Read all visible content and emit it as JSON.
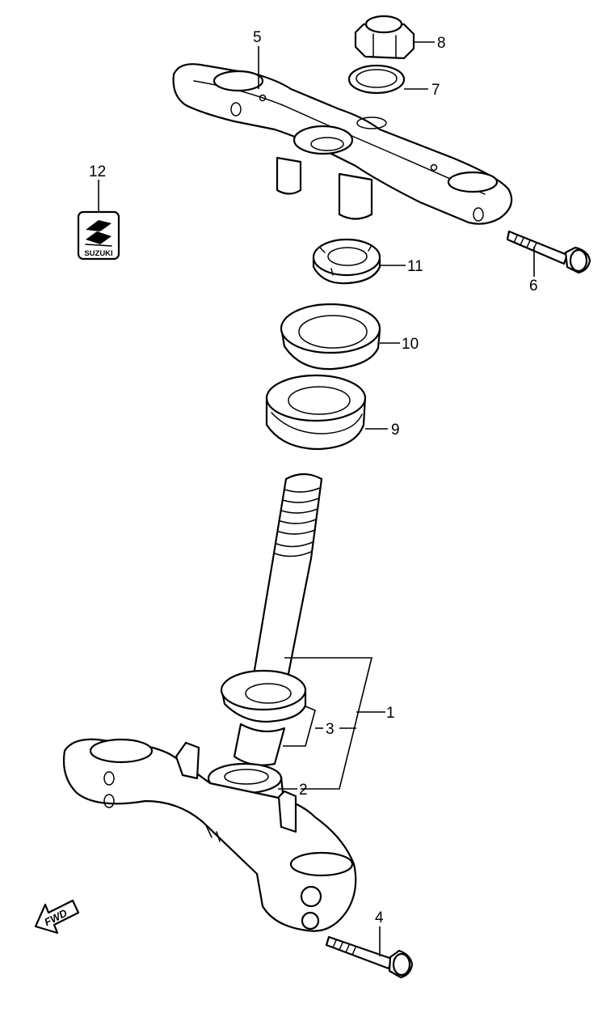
{
  "callouts": [
    {
      "id": "1",
      "label": "1"
    },
    {
      "id": "2",
      "label": "2"
    },
    {
      "id": "3",
      "label": "3"
    },
    {
      "id": "4",
      "label": "4"
    },
    {
      "id": "5",
      "label": "5"
    },
    {
      "id": "6",
      "label": "6"
    },
    {
      "id": "7",
      "label": "7"
    },
    {
      "id": "8",
      "label": "8"
    },
    {
      "id": "9",
      "label": "9"
    },
    {
      "id": "10",
      "label": "10"
    },
    {
      "id": "11",
      "label": "11"
    },
    {
      "id": "12",
      "label": "12"
    }
  ],
  "logo": {
    "text": "SUZUKI"
  },
  "direction": {
    "text": "FWD"
  },
  "colors": {
    "line": "#000000",
    "background": "#ffffff"
  }
}
